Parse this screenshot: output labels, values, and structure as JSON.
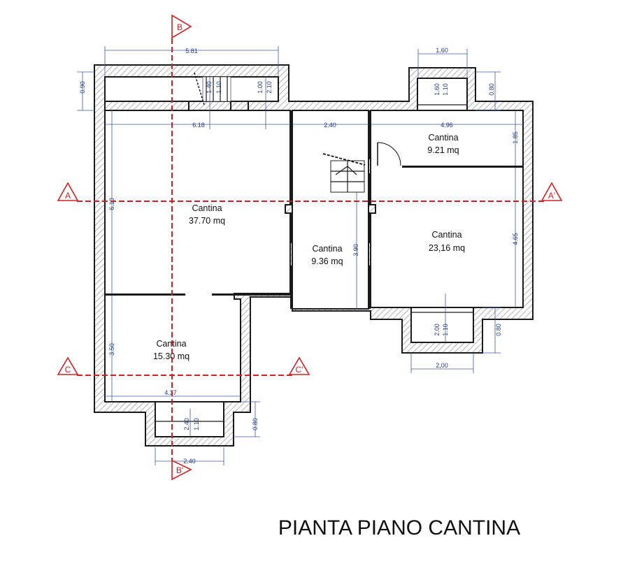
{
  "title": "PIANTA PIANO CANTINA",
  "sections": {
    "a_left": "A",
    "a_right": "A'",
    "b_top": "B",
    "b_bottom": "B'",
    "c_left": "C",
    "c_right": "C'"
  },
  "rooms": {
    "cantina_large": {
      "name": "Cantina",
      "area": "37.70 mq"
    },
    "cantina_center": {
      "name": "Cantina",
      "area": "9.36 mq"
    },
    "cantina_top_right": {
      "name": "Cantina",
      "area": "9.21 mq"
    },
    "cantina_right": {
      "name": "Cantina",
      "area": "23,16 mq"
    },
    "cantina_bottom_left": {
      "name": "Cantina",
      "area": "15.30 mq"
    }
  },
  "dimensions": {
    "top_width": "5.81",
    "top_left_depth": "0.90",
    "stair_1": "1.40",
    "stair_2": "1.10",
    "stair_3": "1.00",
    "stair_4": "2.10",
    "width_618": "6.18",
    "width_240_mid": "2.40",
    "width_496": "4.96",
    "height_185": "1.85",
    "niche_top_w": "1.60",
    "niche_top_1": "1.60",
    "niche_top_2": "1.10",
    "niche_top_depth": "0.80",
    "height_610": "6.10",
    "height_390": "3.90",
    "height_465": "4.65",
    "height_350": "3.50",
    "width_437": "4.37",
    "niche_right_1": "2.00",
    "niche_right_2": "1.10",
    "niche_right_depth": "0.80",
    "niche_right_w": "2,00",
    "niche_bottom_1": "2.40",
    "niche_bottom_2": "1.10",
    "niche_bottom_depth": "0.80",
    "niche_bottom_w": "2.40"
  }
}
